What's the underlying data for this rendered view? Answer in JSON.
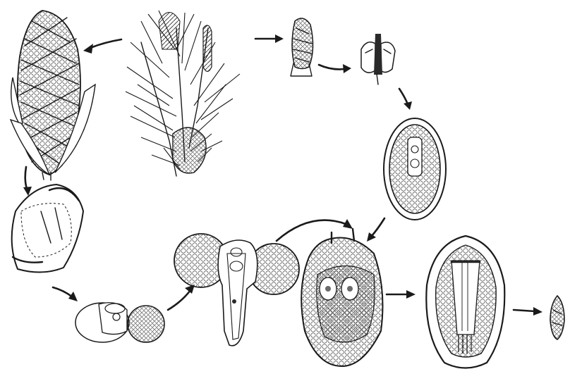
{
  "diagram": {
    "stages": [
      {
        "id": "pine-branch",
        "icon": "pine-branch-icon"
      },
      {
        "id": "male-cone",
        "icon": "male-cone-icon"
      },
      {
        "id": "microsporophyll",
        "icon": "microsporophyll-icon"
      },
      {
        "id": "pollen-grain",
        "icon": "pollen-grain-icon"
      },
      {
        "id": "female-cone",
        "icon": "female-cone-icon"
      },
      {
        "id": "ovuliferous-scale",
        "icon": "ovuliferous-scale-icon"
      },
      {
        "id": "ovule-section",
        "icon": "ovule-section-icon"
      },
      {
        "id": "germinating-pollen",
        "icon": "germinating-pollen-icon"
      },
      {
        "id": "archegonia-ovule",
        "icon": "archegonia-ovule-icon"
      },
      {
        "id": "embryo-in-seed",
        "icon": "embryo-in-seed-icon"
      },
      {
        "id": "seed",
        "icon": "seed-icon"
      }
    ],
    "colors": {
      "ink": "#1a1a1a",
      "background": "#ffffff"
    }
  }
}
